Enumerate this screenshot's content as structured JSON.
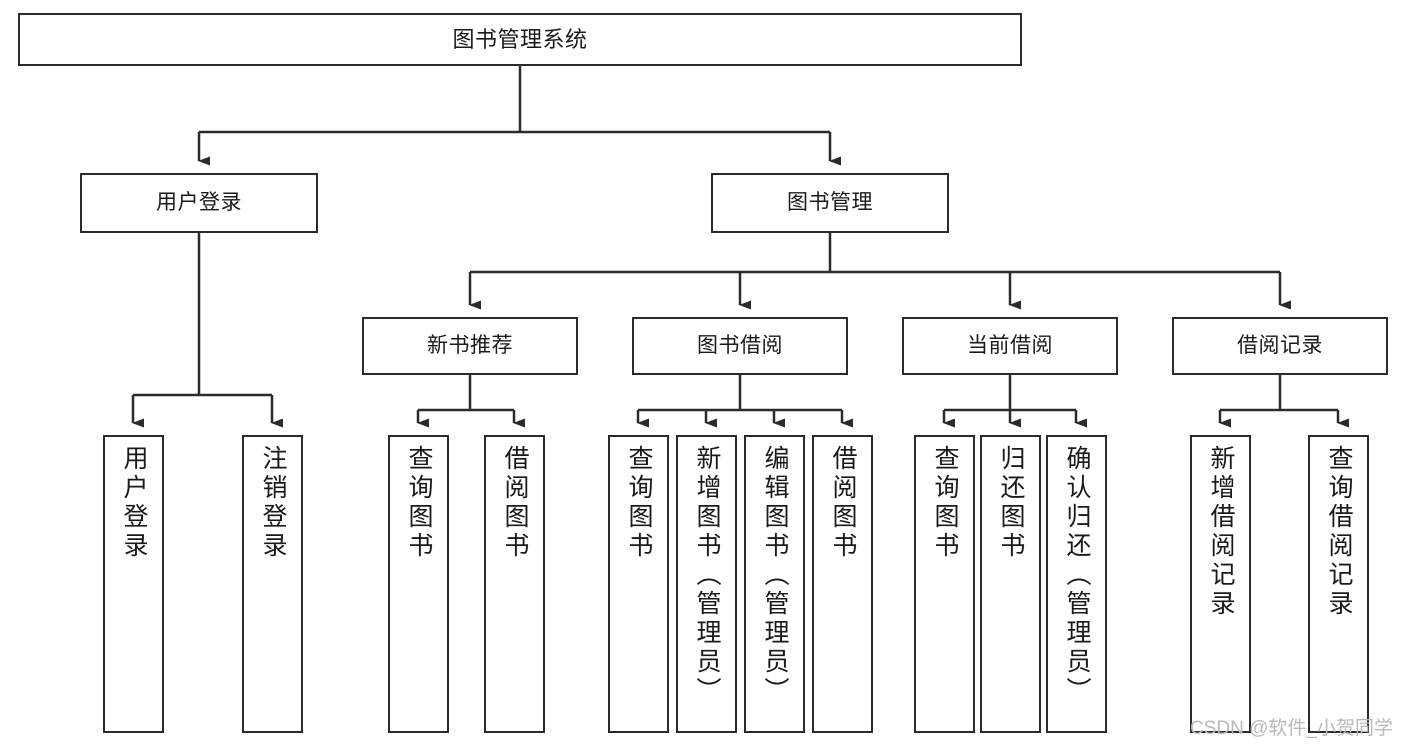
{
  "diagram": {
    "title": "图书管理系统",
    "type": "hierarchy-tree",
    "style": {
      "box_border_color": "#2b2b2b",
      "box_fill_color": "#ffffff",
      "connector_color": "#2b2b2b",
      "text_color": "#1a1a1a",
      "background": "#ffffff"
    },
    "levels": {
      "root": "图书管理系统",
      "level2": [
        "用户登录",
        "图书管理"
      ],
      "level3": [
        "新书推荐",
        "图书借阅",
        "当前借阅",
        "借阅记录"
      ],
      "leaves": [
        "用户登录",
        "注销登录",
        "查询图书",
        "借阅图书",
        "查询图书",
        "新增图书（管理员）",
        "编辑图书（管理员）",
        "借阅图书",
        "查询图书",
        "归还图书",
        "确认归还（管理员）",
        "新增借阅记录",
        "查询借阅记录"
      ]
    },
    "nodes": {
      "root": {
        "label": "图书管理系统"
      },
      "user_login": {
        "label": "用户登录"
      },
      "book_manage": {
        "label": "图书管理"
      },
      "new_book_rec": {
        "label": "新书推荐"
      },
      "book_borrow": {
        "label": "图书借阅"
      },
      "current_borrow": {
        "label": "当前借阅"
      },
      "borrow_record": {
        "label": "借阅记录"
      },
      "leaf_user_login": {
        "label": "用户登录"
      },
      "leaf_logout": {
        "label": "注销登录"
      },
      "leaf_query_book_1": {
        "label": "查询图书"
      },
      "leaf_borrow_book_1": {
        "label": "借阅图书"
      },
      "leaf_query_book_2": {
        "label": "查询图书"
      },
      "leaf_add_book": {
        "label": "新增图书（管理员）"
      },
      "leaf_edit_book": {
        "label": "编辑图书（管理员）"
      },
      "leaf_borrow_book_2": {
        "label": "借阅图书"
      },
      "leaf_query_book_3": {
        "label": "查询图书"
      },
      "leaf_return_book": {
        "label": "归还图书"
      },
      "leaf_confirm_return": {
        "label": "确认归还（管理员）"
      },
      "leaf_add_record": {
        "label": "新增借阅记录"
      },
      "leaf_query_record": {
        "label": "查询借阅记录"
      }
    }
  },
  "watermark": {
    "text": "CSDN @软件_小贺同学"
  }
}
